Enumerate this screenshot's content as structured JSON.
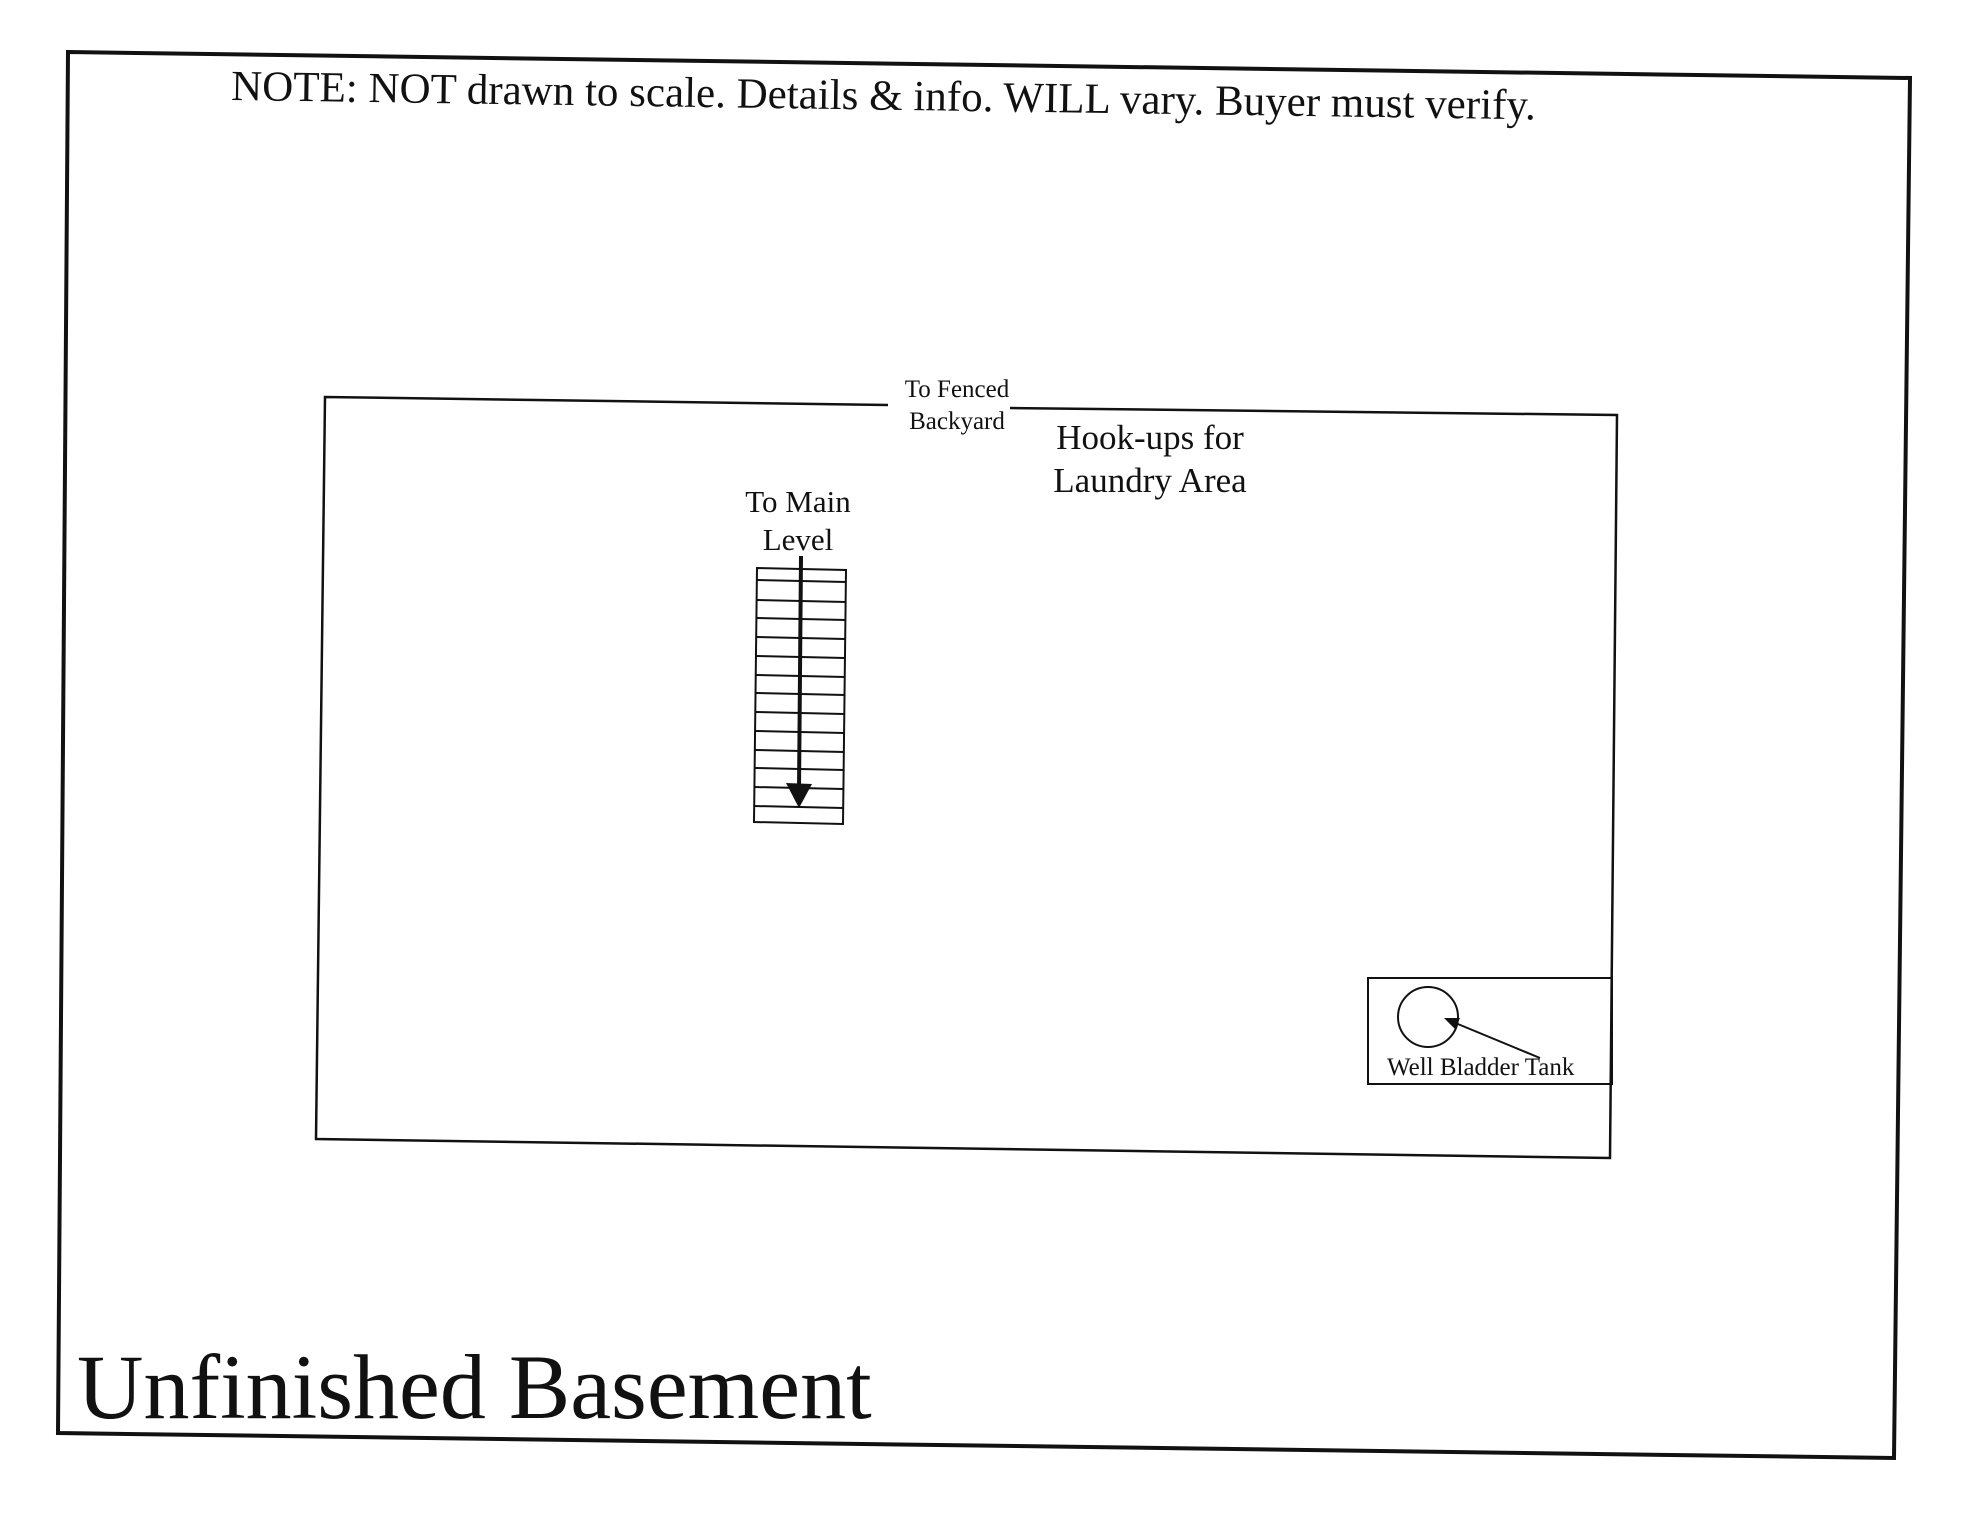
{
  "note": "NOTE: NOT drawn to scale.  Details & info. WILL vary.  Buyer must verify.",
  "title": "Unfinished Basement",
  "labels": {
    "door_line1": "To Fenced",
    "door_line2": "Backyard",
    "laundry_line1": "Hook-ups for",
    "laundry_line2": "Laundry Area",
    "stairs_line1": "To Main",
    "stairs_line2": "Level",
    "tank": "Well Bladder Tank"
  }
}
